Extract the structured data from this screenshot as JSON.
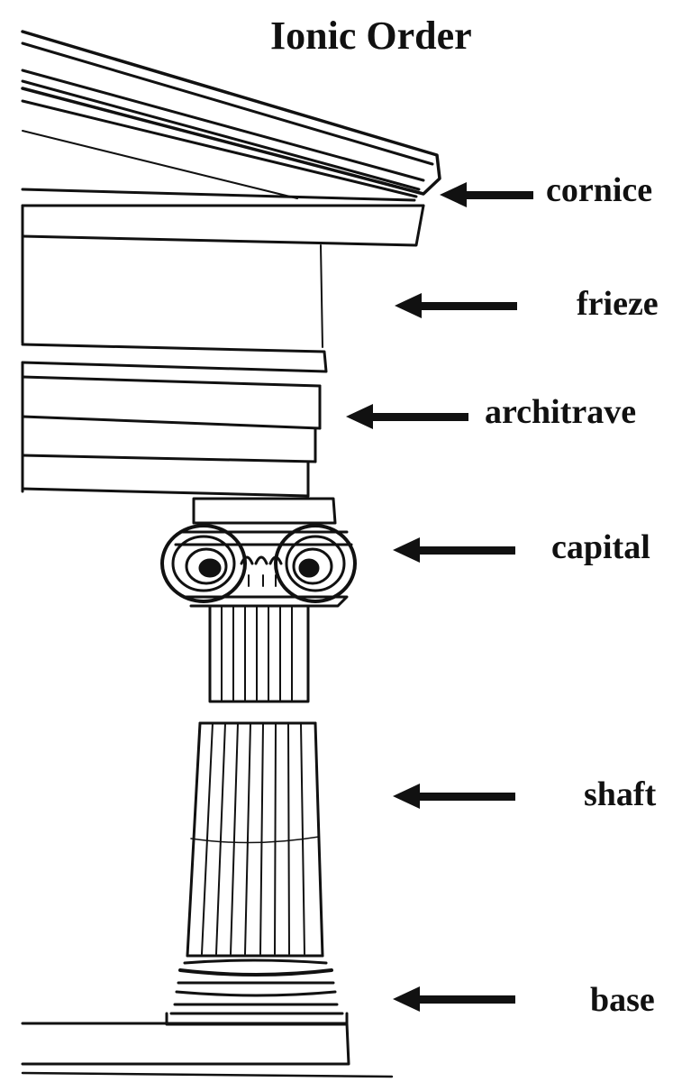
{
  "title": "Ionic Order",
  "labels": {
    "cornice": "cornice",
    "frieze": "frieze",
    "architrave": "architrave",
    "capital": "capital",
    "shaft": "shaft",
    "base": "base"
  },
  "colors": {
    "ink": "#111111",
    "paper": "#ffffff"
  }
}
